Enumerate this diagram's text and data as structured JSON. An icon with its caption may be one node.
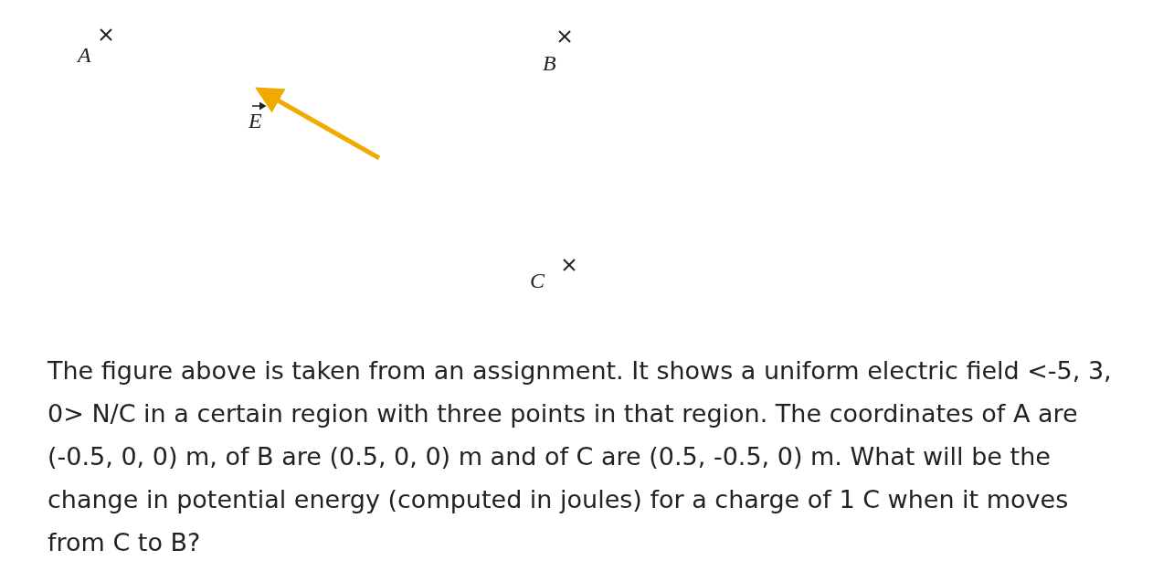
{
  "diagram": {
    "labels": [
      "A",
      "B",
      "E",
      "C",
      "The figure above is taken from an assignment. It shows a uniform electric field <-5, 3, 0> N/C in a certain region with three points in that region. The coordinates of A are (-0.5, 0, 0) m, of B are (0.5, 0, 0) m and of C are (0.5, -0.5, 0) m. What will be the change in potential energy (computed in joules) for a charge of 1 C when it moves from C to B?"
    ]
  }
}
